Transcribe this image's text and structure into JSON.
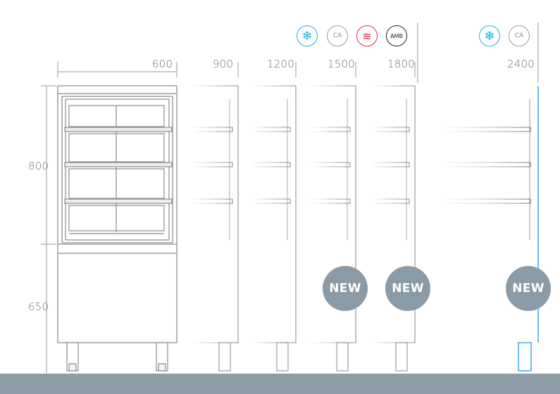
{
  "widths": [
    "600",
    "900",
    "1200",
    "1500",
    "1800",
    "2400"
  ],
  "heights": {
    "upper": "800",
    "lower": "650"
  },
  "icons": {
    "group_1": [
      {
        "name": "snowflake-icon",
        "text": "❄",
        "color": "#1fb3e0"
      },
      {
        "name": "ca-icon",
        "text": "CA",
        "color": "#8a8a8a"
      },
      {
        "name": "heat-icon",
        "text": "≋",
        "color": "#e0283c"
      },
      {
        "name": "amb-icon",
        "text": "AMB",
        "color": "#222222"
      }
    ],
    "group_2": [
      {
        "name": "snowflake-icon",
        "text": "❄",
        "color": "#1fb3e0"
      },
      {
        "name": "ca-icon",
        "text": "CA",
        "color": "#8a8a8a"
      }
    ]
  },
  "badges": [
    "NEW",
    "NEW",
    "NEW"
  ],
  "colors": {
    "line": "#9a9a9a",
    "accent": "#3fa9dd",
    "badge": "#8a9aa6",
    "floor": "#8d9ea8"
  }
}
